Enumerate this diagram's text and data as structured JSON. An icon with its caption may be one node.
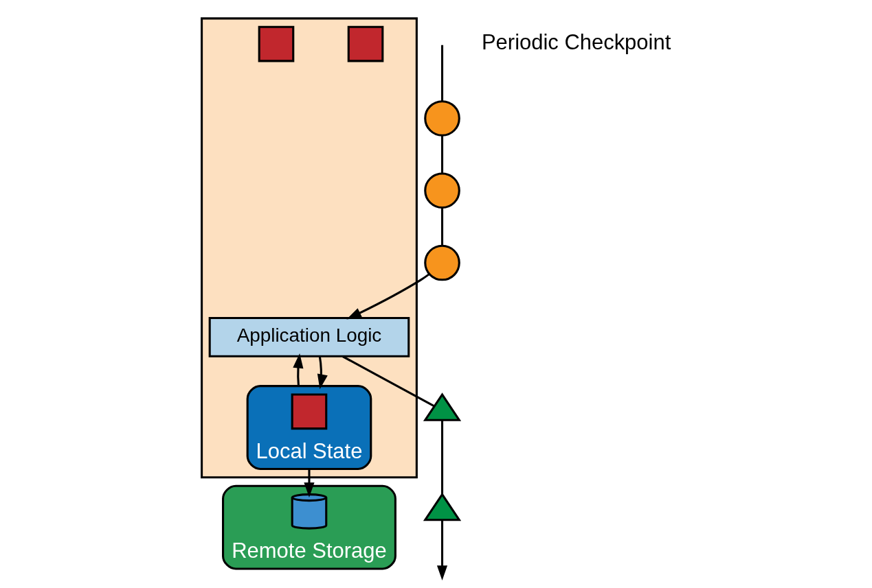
{
  "diagram": {
    "nodes": [
      {
        "text": [],
        "shape": "circle"
      },
      {
        "text": [],
        "shape": "circle"
      },
      {
        "text": [],
        "shape": "circle"
      },
      {
        "text": [],
        "shape": "box"
      },
      {
        "text": [
          "Application Logic"
        ],
        "in": 3
      },
      {
        "text": [],
        "shape": "triangle"
      },
      {
        "text": [],
        "shape": "triangle"
      },
      {
        "text": [],
        "shape": "box",
        "in": 3
      },
      {
        "text": [],
        "shape": "box",
        "in": 3
      },
      {
        "text": [
          "Local State"
        ],
        "in": 3
      },
      {
        "text": [],
        "shape": "box",
        "in": 9
      },
      {
        "text": [
          "Remote Storage"
        ]
      },
      {
        "text": [],
        "shape": "cylinder",
        "in": 11
      }
    ],
    "edges": [
      {
        "from": null,
        "to": 0,
        "arrow": "none"
      },
      {
        "from": 0,
        "to": 1,
        "arrow": "none"
      },
      {
        "from": 1,
        "to": 2,
        "arrow": "none"
      },
      {
        "from": 2,
        "to": 4,
        "arrow": "to"
      },
      {
        "from": 4,
        "to": 5,
        "arrow": "none"
      },
      {
        "from": 5,
        "to": 6,
        "arrow": "none"
      },
      {
        "from": 6,
        "to": null,
        "arrow": "to"
      },
      {
        "from": 4,
        "to": 9,
        "arrow": "to"
      },
      {
        "from": 9,
        "to": 4,
        "arrow": "to"
      },
      {
        "from": 9,
        "to": 12,
        "arrow": "to"
      }
    ],
    "labels": [
      "Periodic Checkpoint"
    ]
  }
}
